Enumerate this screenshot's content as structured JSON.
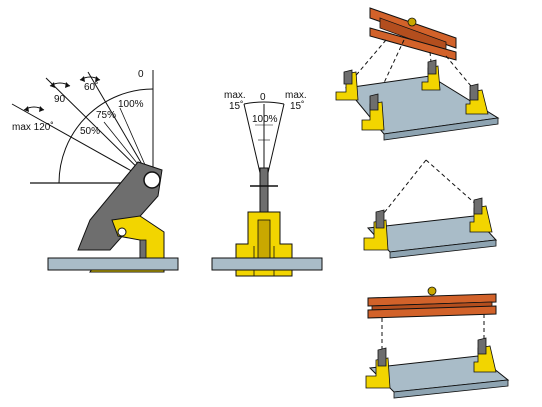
{
  "angle_diagram": {
    "labels": {
      "zero": "0",
      "pct100": "100%",
      "deg60": "60˚",
      "deg90": "90",
      "max120": "max 120˚",
      "pct75": "75%",
      "pct50": "50%"
    }
  },
  "tilt_diagram": {
    "labels": {
      "max_left": "max.",
      "deg_left": "15˚",
      "zero": "0",
      "max_right": "max.",
      "deg_right": "15˚",
      "pct100": "100%"
    }
  },
  "colors": {
    "clamp_yellow": "#f2d500",
    "clamp_shadow": "#c9a800",
    "jaw_gray": "#6e6e6e",
    "plate_blue": "#a9bcc8",
    "beam_orange": "#d2622a",
    "line_black": "#111111"
  }
}
